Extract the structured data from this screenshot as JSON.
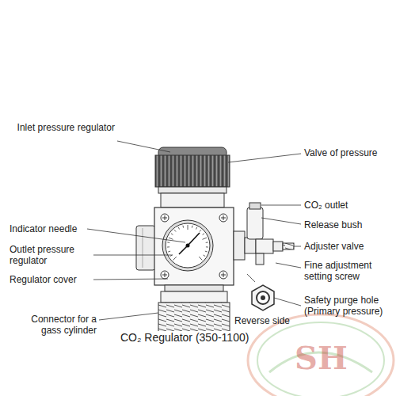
{
  "diagram": {
    "caption": "CO₂ Regulator (350-1100)",
    "labels": [
      "Inlet pressure regulator",
      "Valve of pressure",
      "CO₂ outlet",
      "Release bush",
      "Indicator needle",
      "Adjuster valve",
      "Outlet pressure regulator",
      "Fine adjustment setting screw",
      "Regulator cover",
      "Safety purge hole (Primary pressure)",
      "Reverse side",
      "Connector for a gass cylinder",
      "SH"
    ]
  }
}
